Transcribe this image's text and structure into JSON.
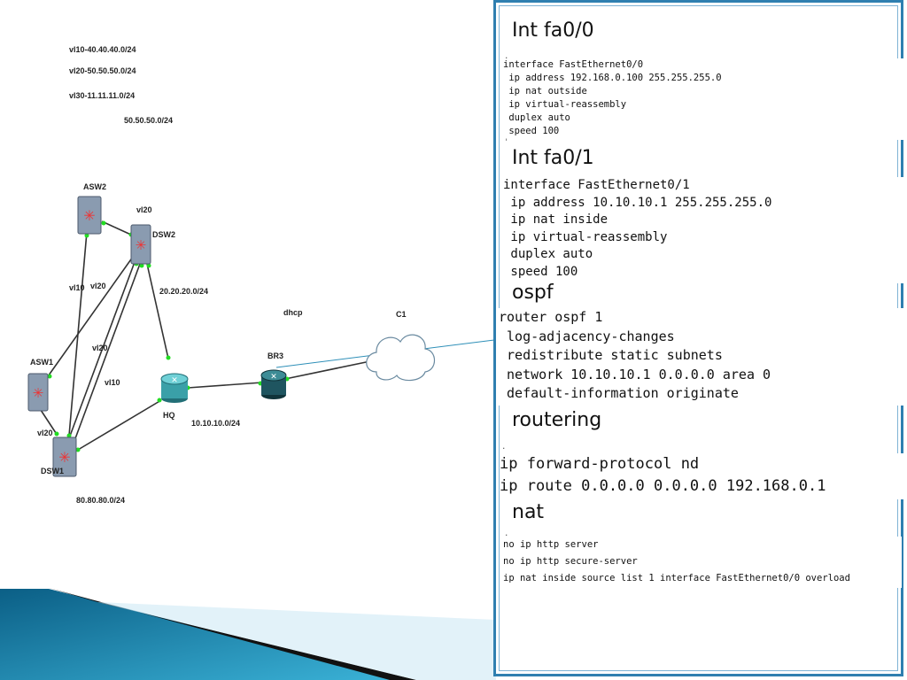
{
  "diagram": {
    "vlan_notes": [
      "vl10-40.40.40.0/24",
      "vl20-50.50.50.0/24",
      "vl30-11.11.11.0/24"
    ],
    "subnet_top": "50.50.50.0/24",
    "subnet_dsw2_hq": "20.20.20.0/24",
    "subnet_hq_br3": "10.10.10.0/24",
    "subnet_bottom": "80.80.80.0/24",
    "dhcp_label": "dhcp",
    "nodes": {
      "asw2": "ASW2",
      "dsw2": "DSW2",
      "dsw2_vlan": "vl20",
      "asw1": "ASW1",
      "dsw1": "DSW1",
      "hq": "HQ",
      "br3": "BR3",
      "cloud": "C1"
    },
    "link_labels": {
      "asw2_v10": "vl10",
      "asw2_v20": "vl20",
      "mid_v20": "vl20",
      "mid_v10": "vl10",
      "asw1_v20": "vl20"
    }
  },
  "sections": [
    {
      "heading": "Int fa0/0",
      "lines": [
        "interface FastEthernet0/0",
        " ip address 192.168.0.100 255.255.255.0",
        " ip nat outside",
        " ip virtual-reassembly",
        " duplex auto",
        " speed 100"
      ]
    },
    {
      "heading": "Int fa0/1",
      "lines": [
        "interface FastEthernet0/1",
        " ip address 10.10.10.1 255.255.255.0",
        " ip nat inside",
        " ip virtual-reassembly",
        " duplex auto",
        " speed 100"
      ]
    },
    {
      "heading": "ospf",
      "lines": [
        "router ospf 1",
        " log-adjacency-changes",
        " redistribute static subnets",
        " network 10.10.10.1 0.0.0.0 area 0",
        " default-information originate"
      ]
    },
    {
      "heading": "routering",
      "lines": [
        "ip forward-protocol nd",
        "ip route 0.0.0.0 0.0.0.0 192.168.0.1"
      ]
    },
    {
      "heading": "nat",
      "lines": [
        "no ip http server",
        "no ip http secure-server",
        "ip nat inside source list 1 interface FastEthernet0/0 overload"
      ]
    }
  ],
  "colors": {
    "panel_border": "#2f7fb0",
    "link_dot": "#22dd22",
    "switch_body": "#8a9bb0",
    "router_hq": "#3aa0a8",
    "router_br3": "#1f5560"
  }
}
